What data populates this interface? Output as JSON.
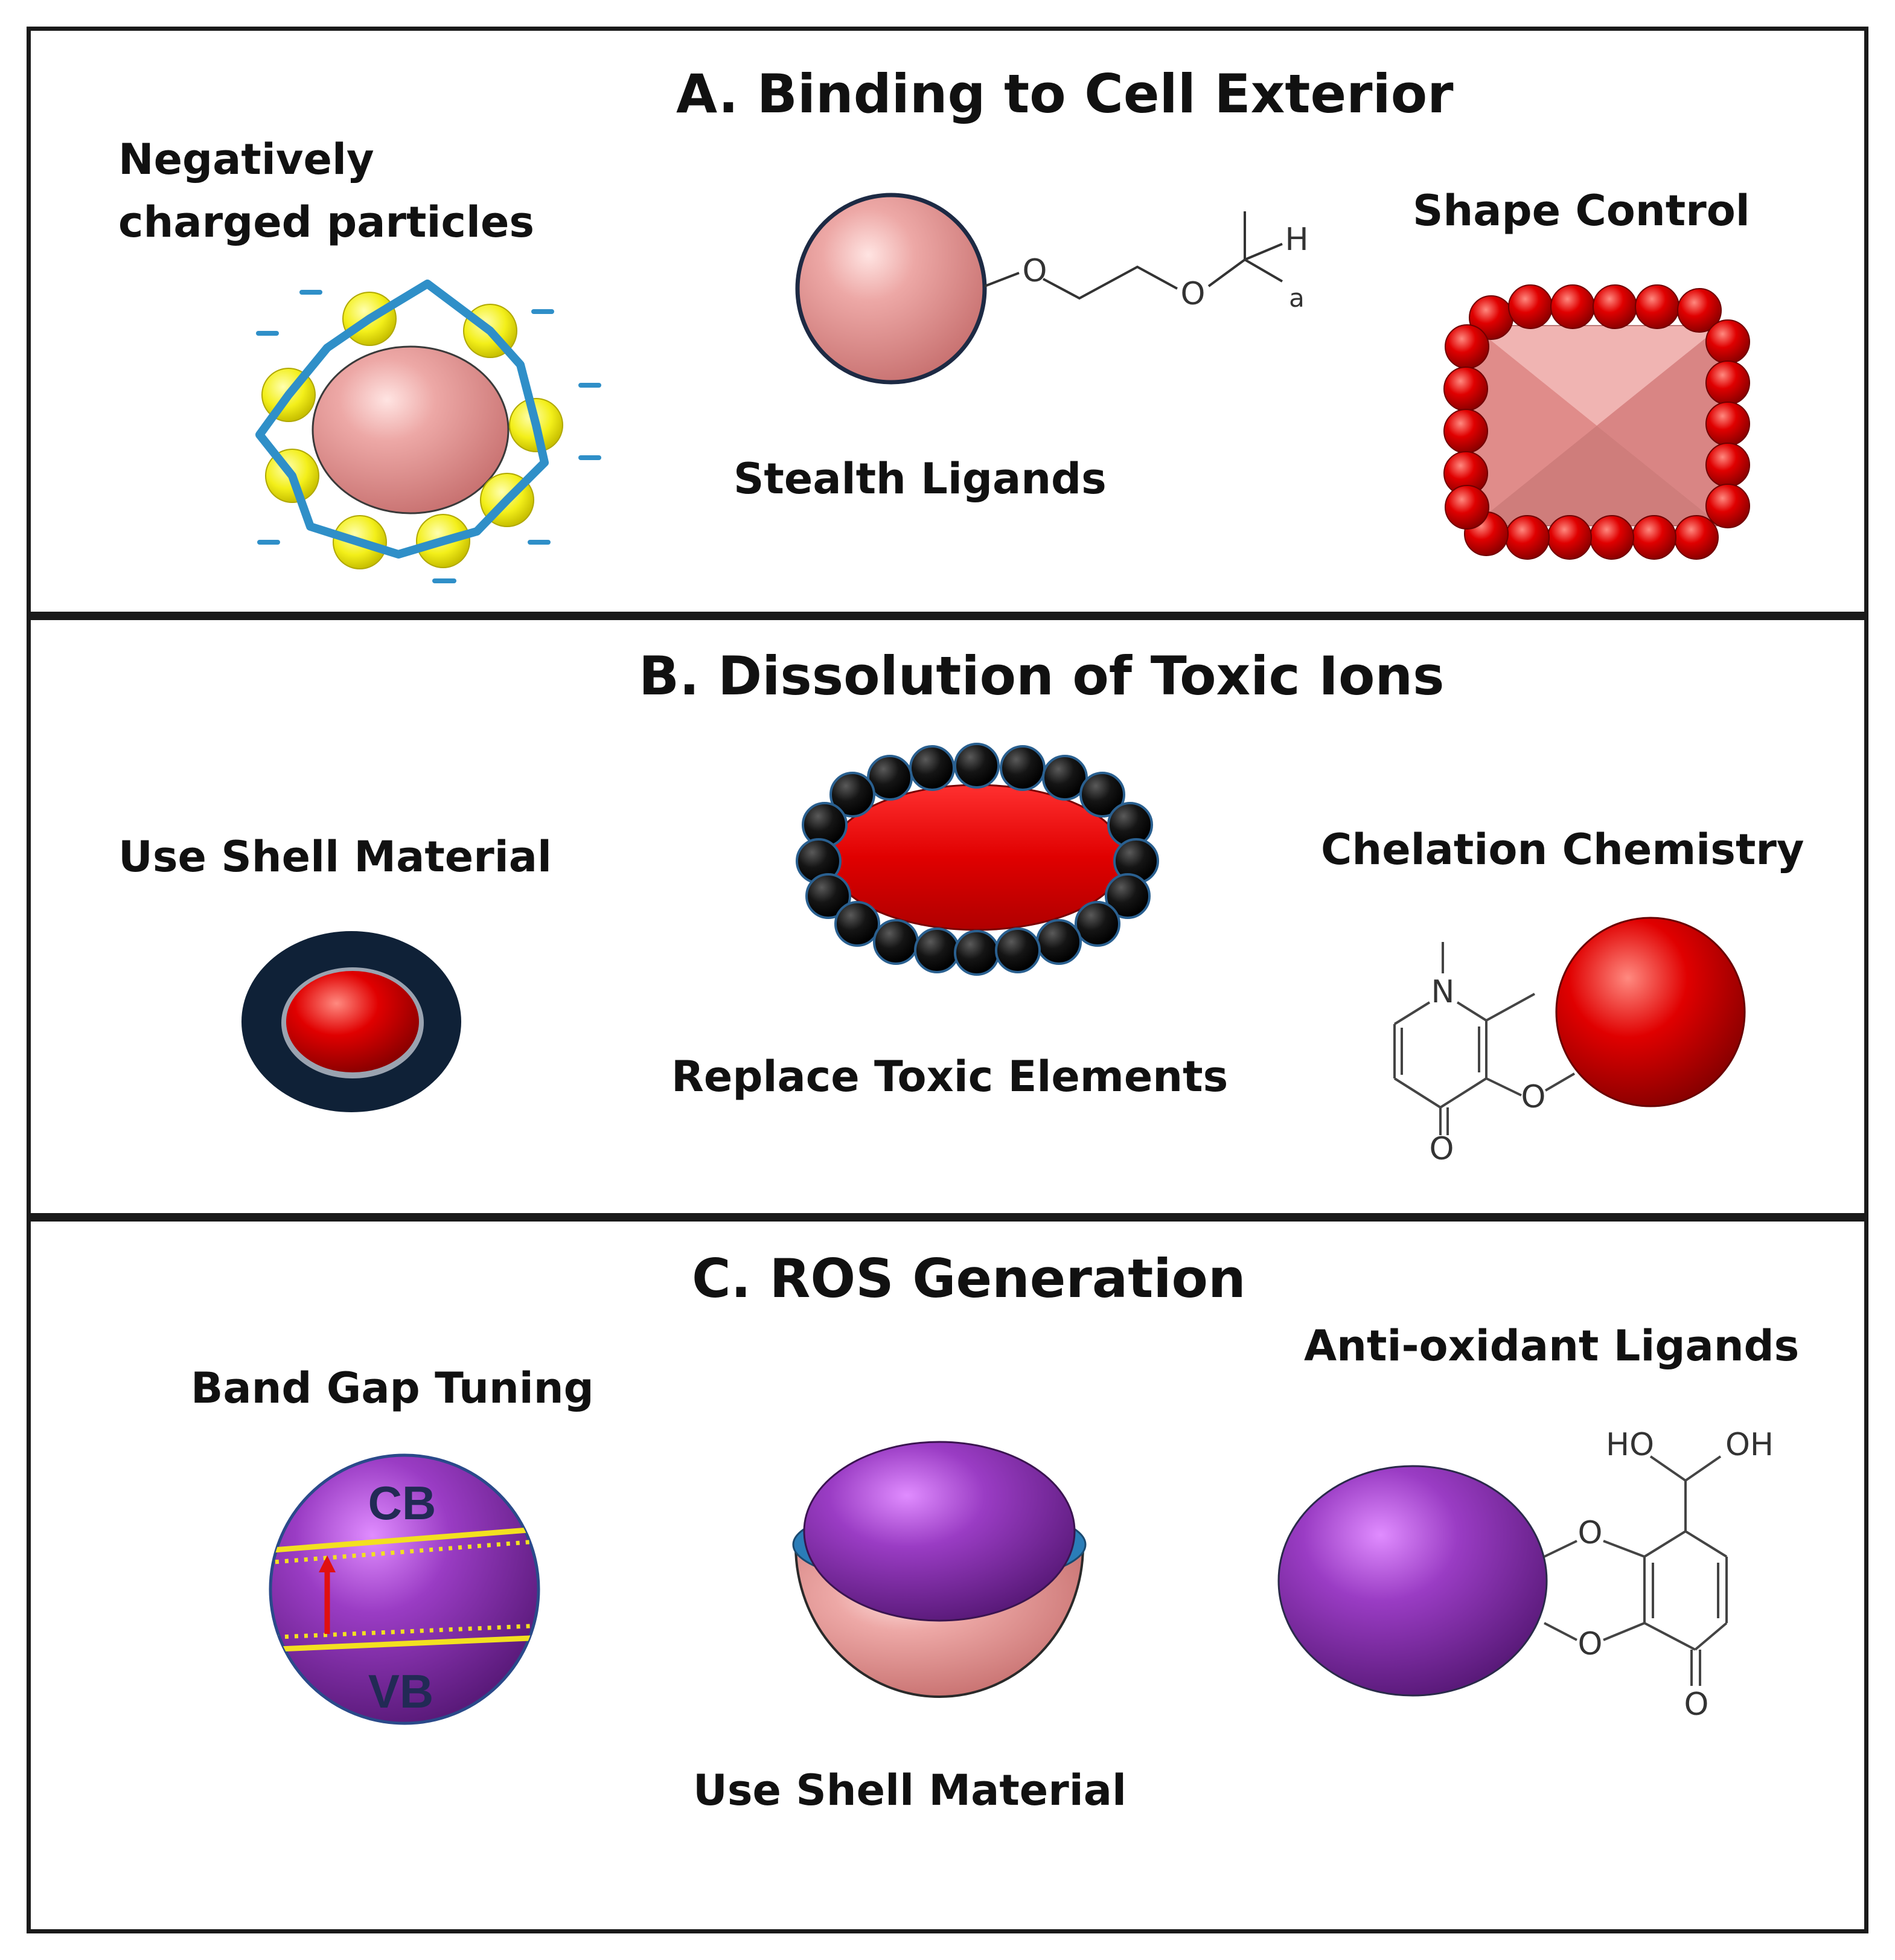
{
  "panels": [
    {
      "title": "A. Binding to Cell Exterior",
      "items": [
        "Negatively charged particles",
        "Stealth Ligands",
        "Shape Control"
      ],
      "chem_labels": [
        "O",
        "O",
        "H",
        "a"
      ]
    },
    {
      "title": "B. Dissolution of Toxic Ions",
      "items": [
        "Use Shell Material",
        "Replace Toxic Elements",
        "Chelation Chemistry"
      ],
      "chem_labels": [
        "N",
        "O",
        "O"
      ]
    },
    {
      "title": "C. ROS Generation",
      "items": [
        "Band Gap Tuning",
        "Use Shell Material",
        "Anti-oxidant Ligands"
      ],
      "band_labels": [
        "CB",
        "VB"
      ],
      "chem_labels": [
        "HO",
        "OH",
        "O",
        "O",
        "O"
      ]
    }
  ],
  "colors": {
    "frame": "#1a1a1a",
    "pink_core": "#e89a98",
    "red_core": "#e00000",
    "purple_core": "#8a2fb0",
    "yellow_bead": "#f3ef1a",
    "blue_polymer": "#2f8fc8",
    "black_bead": "#111111",
    "shell_blue": "#2a7db8"
  }
}
